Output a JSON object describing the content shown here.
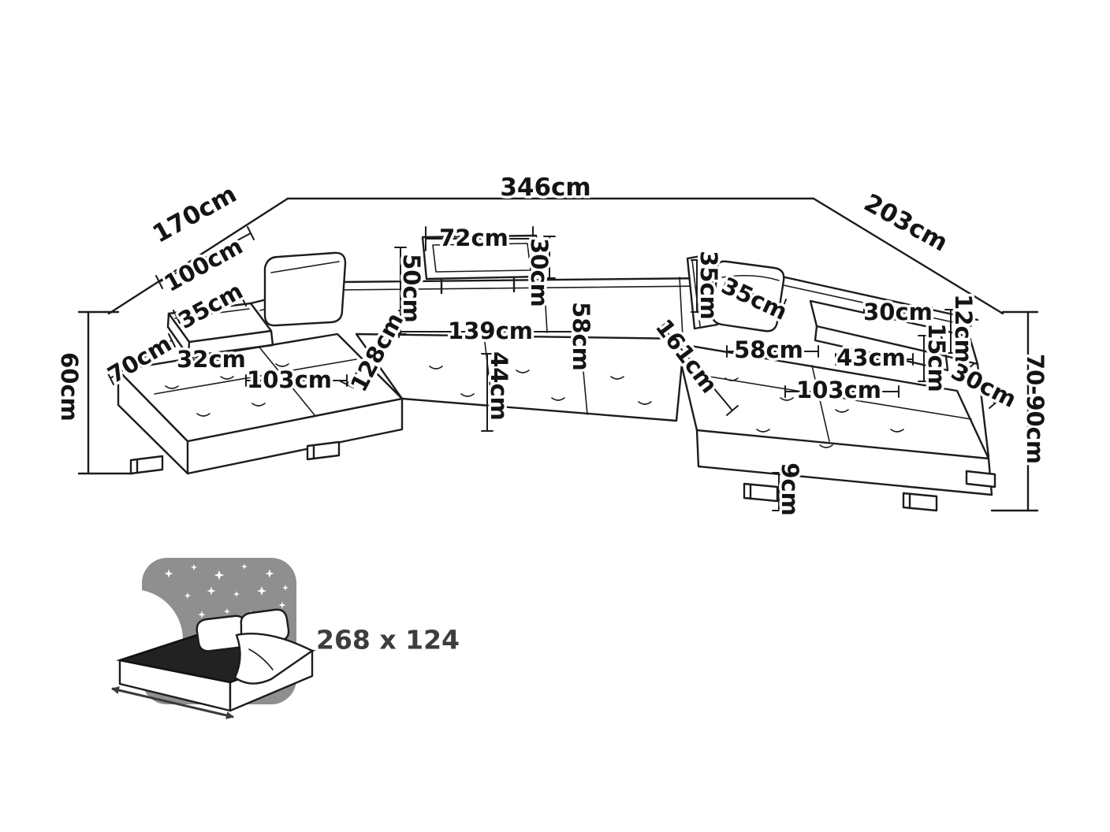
{
  "colors": {
    "line": "#1c1c1c",
    "label": "#141414",
    "icon_gray": "#8f8f8f"
  },
  "dims": {
    "total_width": "346cm",
    "depth_left": "170cm",
    "depth_right": "203cm",
    "arm_left_length": "100cm",
    "arm_left_width": "35cm",
    "headrest_width": "72cm",
    "headrest_height": "30cm",
    "backrest_height": "50cm",
    "seat_middle_width": "139cm",
    "seat_middle_depth": "58cm",
    "back_right_width": "35cm",
    "headrest_right_width": "35cm",
    "chaise_left_end_width": "70cm",
    "seat_height": "60cm",
    "arm_left_front_width": "32cm",
    "chaise_left_length": "103cm",
    "chaise_left_diagonal": "128cm",
    "seat_front_depth": "44cm",
    "chaise_right_diagonal": "161cm",
    "seat_right_depth": "58cm",
    "chaise_right_length": "103cm",
    "arm_right_length": "43cm",
    "arm_right_width": "30cm",
    "arm_right_inner": "15cm",
    "arm_right_edge": "12cm",
    "corner_right_width": "30cm",
    "total_height": "70-90cm",
    "leg_height": "9cm"
  },
  "sleeping_area": {
    "label": "268 x 124"
  }
}
